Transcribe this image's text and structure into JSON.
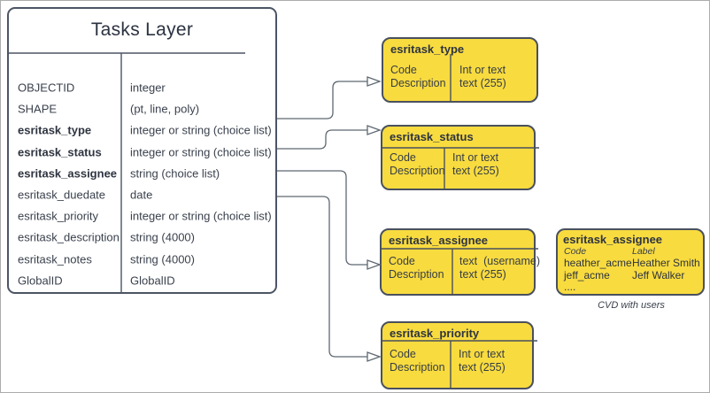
{
  "diagram": {
    "tasks_table": {
      "title": "Tasks Layer",
      "rows": [
        {
          "field": "OBJECTID",
          "type": "integer",
          "bold": false
        },
        {
          "field": "SHAPE",
          "type": "(pt, line, poly)",
          "bold": false
        },
        {
          "field": "esritask_type",
          "type": "integer or string (choice list)",
          "bold": true
        },
        {
          "field": "esritask_status",
          "type": "integer or string (choice list)",
          "bold": true
        },
        {
          "field": "esritask_assignee",
          "type": "string (choice list)",
          "bold": true
        },
        {
          "field": "esritask_duedate",
          "type": "date",
          "bold": false
        },
        {
          "field": "esritask_priority",
          "type": "integer or string (choice list)",
          "bold": false
        },
        {
          "field": "esritask_description",
          "type": "string (4000)",
          "bold": false
        },
        {
          "field": "esritask_notes",
          "type": "string (4000)",
          "bold": false
        },
        {
          "field": "GlobalID",
          "type": "GlobalID",
          "bold": false
        }
      ]
    },
    "choice_tables": [
      {
        "title": "esritask_type",
        "left": [
          "Code",
          "Description"
        ],
        "right": [
          "Int or text",
          "text (255)"
        ]
      },
      {
        "title": "esritask_status",
        "left": [
          "Code",
          "Description"
        ],
        "right": [
          "Int or text",
          "text (255)"
        ]
      },
      {
        "title": "esritask_assignee",
        "left": [
          "Code",
          "Description"
        ],
        "right": [
          "text  (username)",
          "text (255)"
        ]
      },
      {
        "title": "esritask_priority",
        "left": [
          "Code",
          "Description"
        ],
        "right": [
          "Int or text",
          "text (255)"
        ]
      }
    ],
    "cvd_table": {
      "title": "esritask_assignee",
      "col_headers": [
        "Code",
        "Label"
      ],
      "rows": [
        {
          "code": "heather_acme",
          "label": "Heather Smith"
        },
        {
          "code": "jeff_acme",
          "label": "Jeff Walker"
        },
        {
          "code": "....",
          "label": ""
        }
      ],
      "caption": "CVD with users"
    },
    "colors": {
      "box_fill": "#f8db3f",
      "box_border": "#49505e",
      "table_border": "#4c5564",
      "connector": "#5e6872",
      "outer_border": "#acacac"
    }
  }
}
